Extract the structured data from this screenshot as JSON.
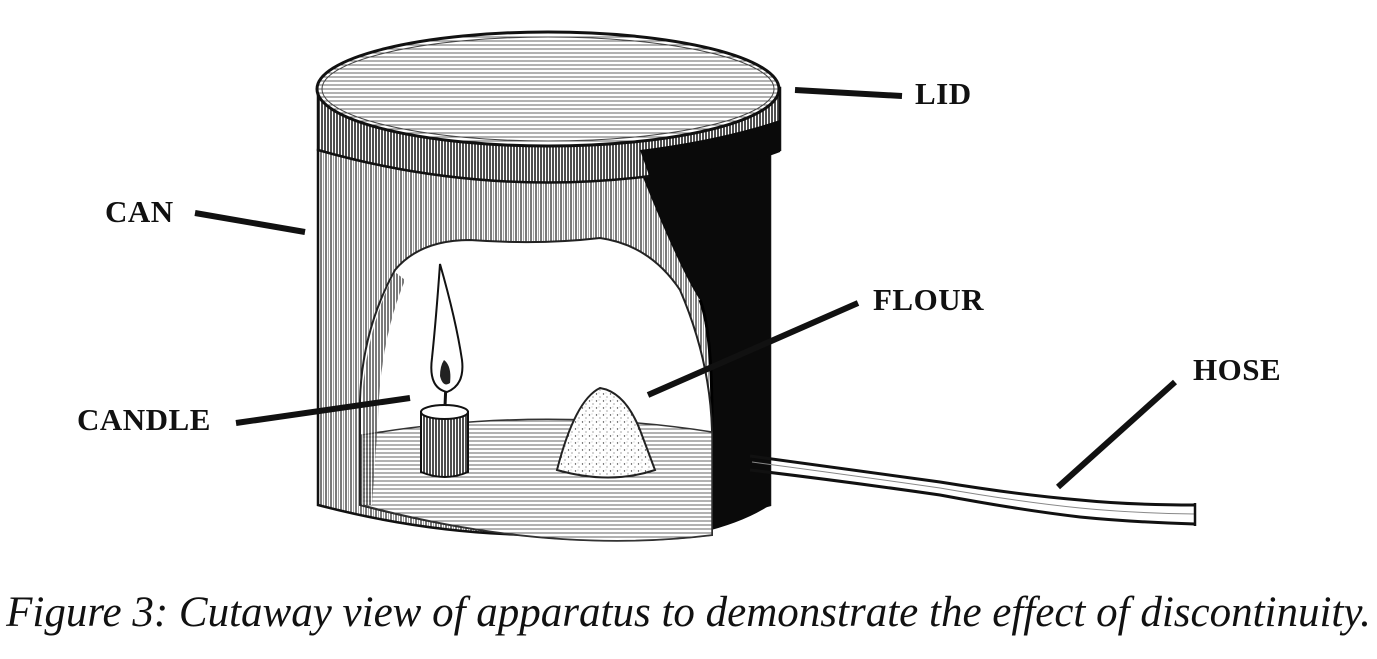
{
  "labels": {
    "lid": "LID",
    "can": "CAN",
    "flour": "FLOUR",
    "hose": "HOSE",
    "candle": "CANDLE"
  },
  "caption": "Figure 3: Cutaway view of apparatus to demonstrate the effect of discontinuity."
}
